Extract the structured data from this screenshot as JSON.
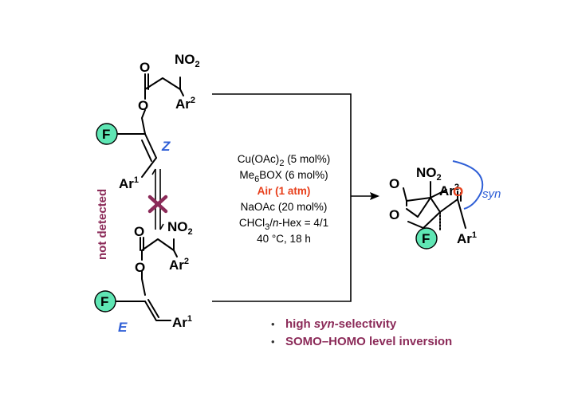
{
  "z_substrate": {
    "carbonyl_o": "O",
    "ester_o": "O",
    "nitro": "NO",
    "nitro_sub": "2",
    "ar2": "Ar",
    "ar2_sup": "2",
    "fluorine": "F",
    "ar1": "Ar",
    "ar1_sup": "1",
    "geometry": "Z"
  },
  "e_substrate": {
    "carbonyl_o": "O",
    "ester_o": "O",
    "nitro": "NO",
    "nitro_sub": "2",
    "ar2": "Ar",
    "ar2_sup": "2",
    "fluorine": "F",
    "ar1": "Ar",
    "ar1_sup": "1",
    "geometry": "E"
  },
  "equilibrium_note": "not detected",
  "conditions": {
    "catalyst_a": "Cu(OAc)",
    "catalyst_a_sub": "2",
    "catalyst_a_amount": " (5 mol%)",
    "ligand_pre": "Me",
    "ligand_sub": "6",
    "ligand_post": "BOX (6 mol%)",
    "oxidant": "Air (1 atm)",
    "base": "NaOAc (20 mol%)",
    "solvent_a": "CHCl",
    "solvent_a_sub": "3",
    "solvent_sep": "/",
    "solvent_b": "n",
    "solvent_c": "-Hex = 4/1",
    "temp_time": "40 °C, 18 h"
  },
  "product": {
    "lactone_o": "O",
    "ring_o": "O",
    "nitro": "NO",
    "nitro_sub": "2",
    "ar2": "Ar",
    "ar2_sup": "2",
    "ketone_o": "O",
    "fluorine": "F",
    "ar1": "Ar",
    "ar1_sup": "1",
    "syn_label": "syn"
  },
  "highlights": [
    {
      "bullet": "•",
      "pre": "high ",
      "em": "syn",
      "post": "-selectivity"
    },
    {
      "bullet": "•",
      "pre": "SOMO–HOMO level inversion",
      "em": "",
      "post": ""
    }
  ],
  "colors": {
    "fluorine_circle": "#5fe6b4",
    "stereo_label": "#2f5fd6",
    "note": "#8b2a58",
    "oxidant": "#e8401c",
    "cross": "#8b2a58"
  }
}
